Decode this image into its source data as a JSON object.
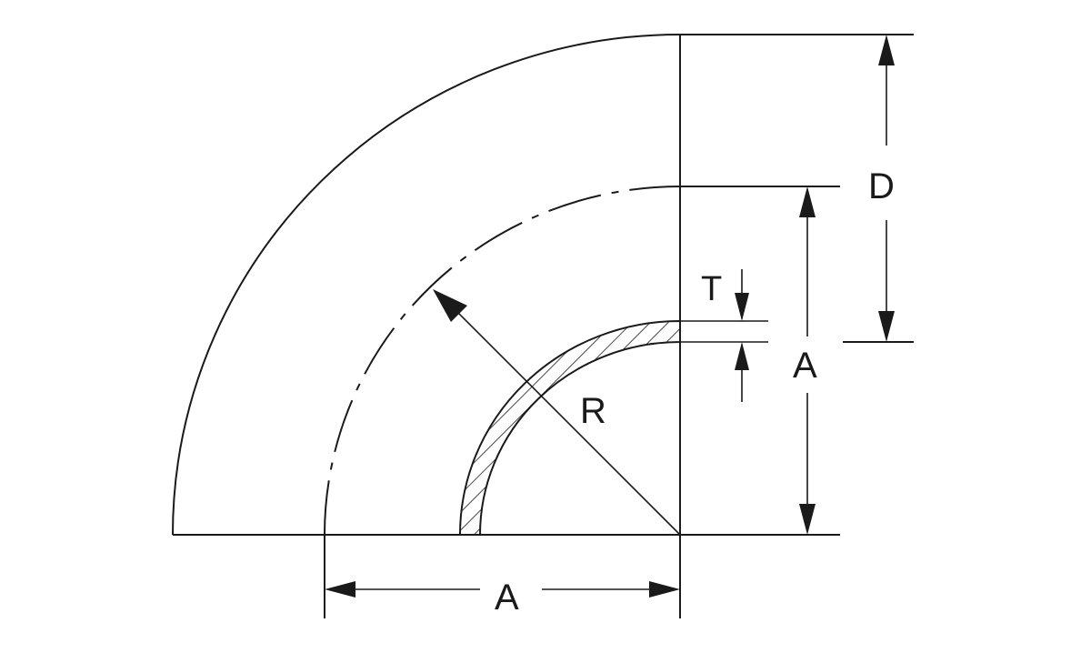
{
  "labels": {
    "d": "D",
    "t": "T",
    "r": "R",
    "a_vertical": "A",
    "a_horizontal": "A"
  },
  "colors": {
    "line": "#1a1a1a",
    "background": "#ffffff"
  }
}
